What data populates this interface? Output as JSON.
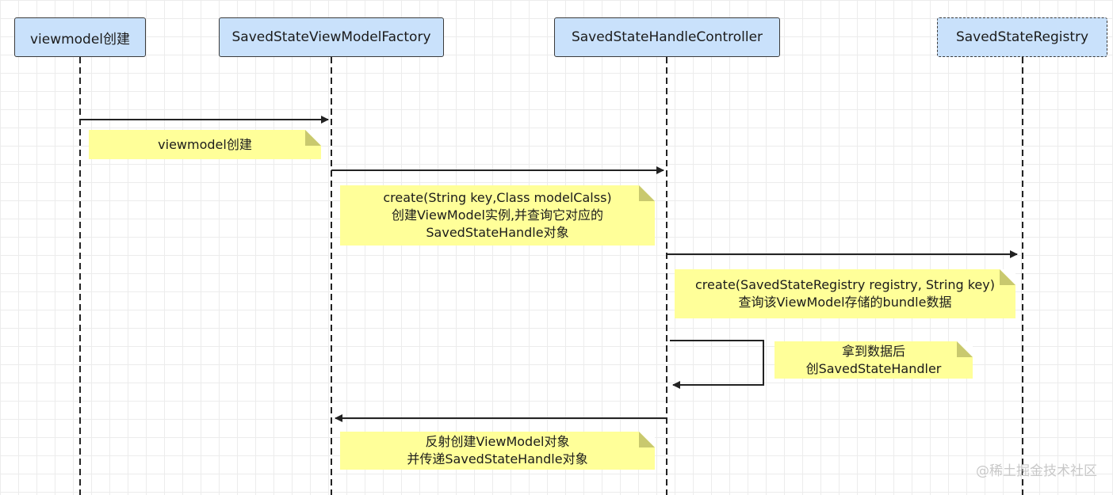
{
  "participants": [
    {
      "id": "viewmodel",
      "label": "viewmodel创建"
    },
    {
      "id": "factory",
      "label": "SavedStateViewModelFactory"
    },
    {
      "id": "controller",
      "label": "SavedStateHandleController"
    },
    {
      "id": "registry",
      "label": "SavedStateRegistry"
    }
  ],
  "messages": [
    {
      "from": "viewmodel",
      "to": "factory",
      "note_lines": [
        "viewmodel创建"
      ]
    },
    {
      "from": "factory",
      "to": "controller",
      "note_lines": [
        "create(String key,Class modelCalss)",
        "创建ViewModel实例,并查询它对应的",
        "SavedStateHandle对象"
      ]
    },
    {
      "from": "controller",
      "to": "registry",
      "note_lines": [
        "create(SavedStateRegistry registry, String key)",
        "查询该ViewModel存储的bundle数据"
      ]
    },
    {
      "from": "controller",
      "to": "controller",
      "note_lines": [
        "拿到数据后",
        "创SavedStateHandler"
      ]
    },
    {
      "from": "controller",
      "to": "factory",
      "note_lines": [
        "反射创建ViewModel对象",
        "并传递SavedStateHandle对象"
      ]
    }
  ],
  "watermark": "@稀土掘金技术社区"
}
